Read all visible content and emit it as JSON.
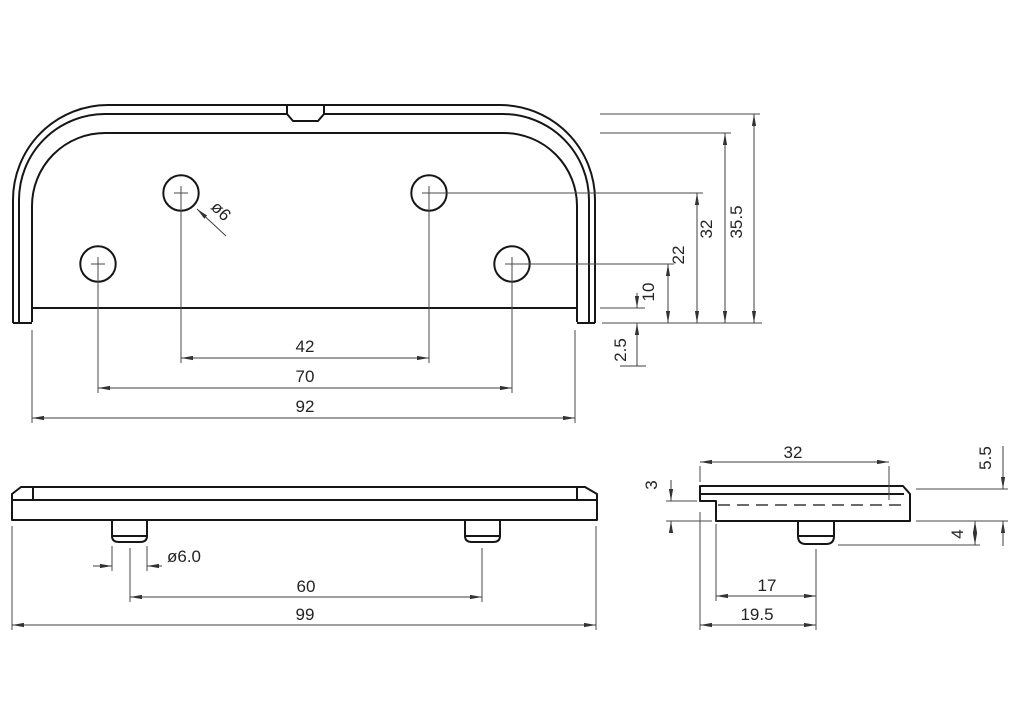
{
  "drawing": {
    "background": "#ffffff",
    "line_color": "#161616",
    "views": {
      "top": {
        "hole_note": "ø6",
        "dim_42": "42",
        "dim_70": "70",
        "dim_92": "92",
        "dim_2_5": "2.5",
        "dim_10": "10",
        "dim_22": "22",
        "dim_32": "32",
        "dim_35_5": "35.5"
      },
      "side": {
        "dim_pin_dia": "ø6.0",
        "dim_60": "60",
        "dim_99": "99"
      },
      "end": {
        "dim_32": "32",
        "dim_5_5": "5.5",
        "dim_3": "3",
        "dim_4": "4",
        "dim_17": "17",
        "dim_19_5": "19.5"
      }
    }
  }
}
